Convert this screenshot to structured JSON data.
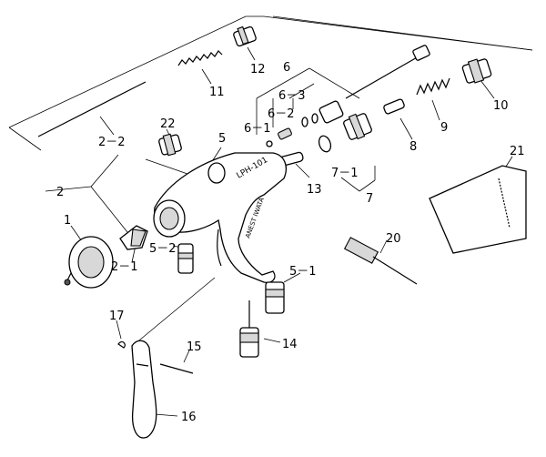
{
  "labels": {
    "l1": "1",
    "l2": "2",
    "l2_1": "2－1",
    "l2_2": "2－2",
    "l5": "5",
    "l5_1": "5－1",
    "l5_2": "5－2",
    "l6": "6",
    "l6_1": "6－1",
    "l6_2": "6－2",
    "l6_3": "6－3",
    "l7": "7",
    "l7_1": "7－1",
    "l8": "8",
    "l9": "9",
    "l10": "10",
    "l11": "11",
    "l12": "12",
    "l13": "13",
    "l14": "14",
    "l15": "15",
    "l16": "16",
    "l17": "17",
    "l20": "20",
    "l21": "21",
    "l22": "22"
  },
  "gun_body_text": {
    "model": "LPH-101",
    "brand": "ANEST IWATA"
  }
}
